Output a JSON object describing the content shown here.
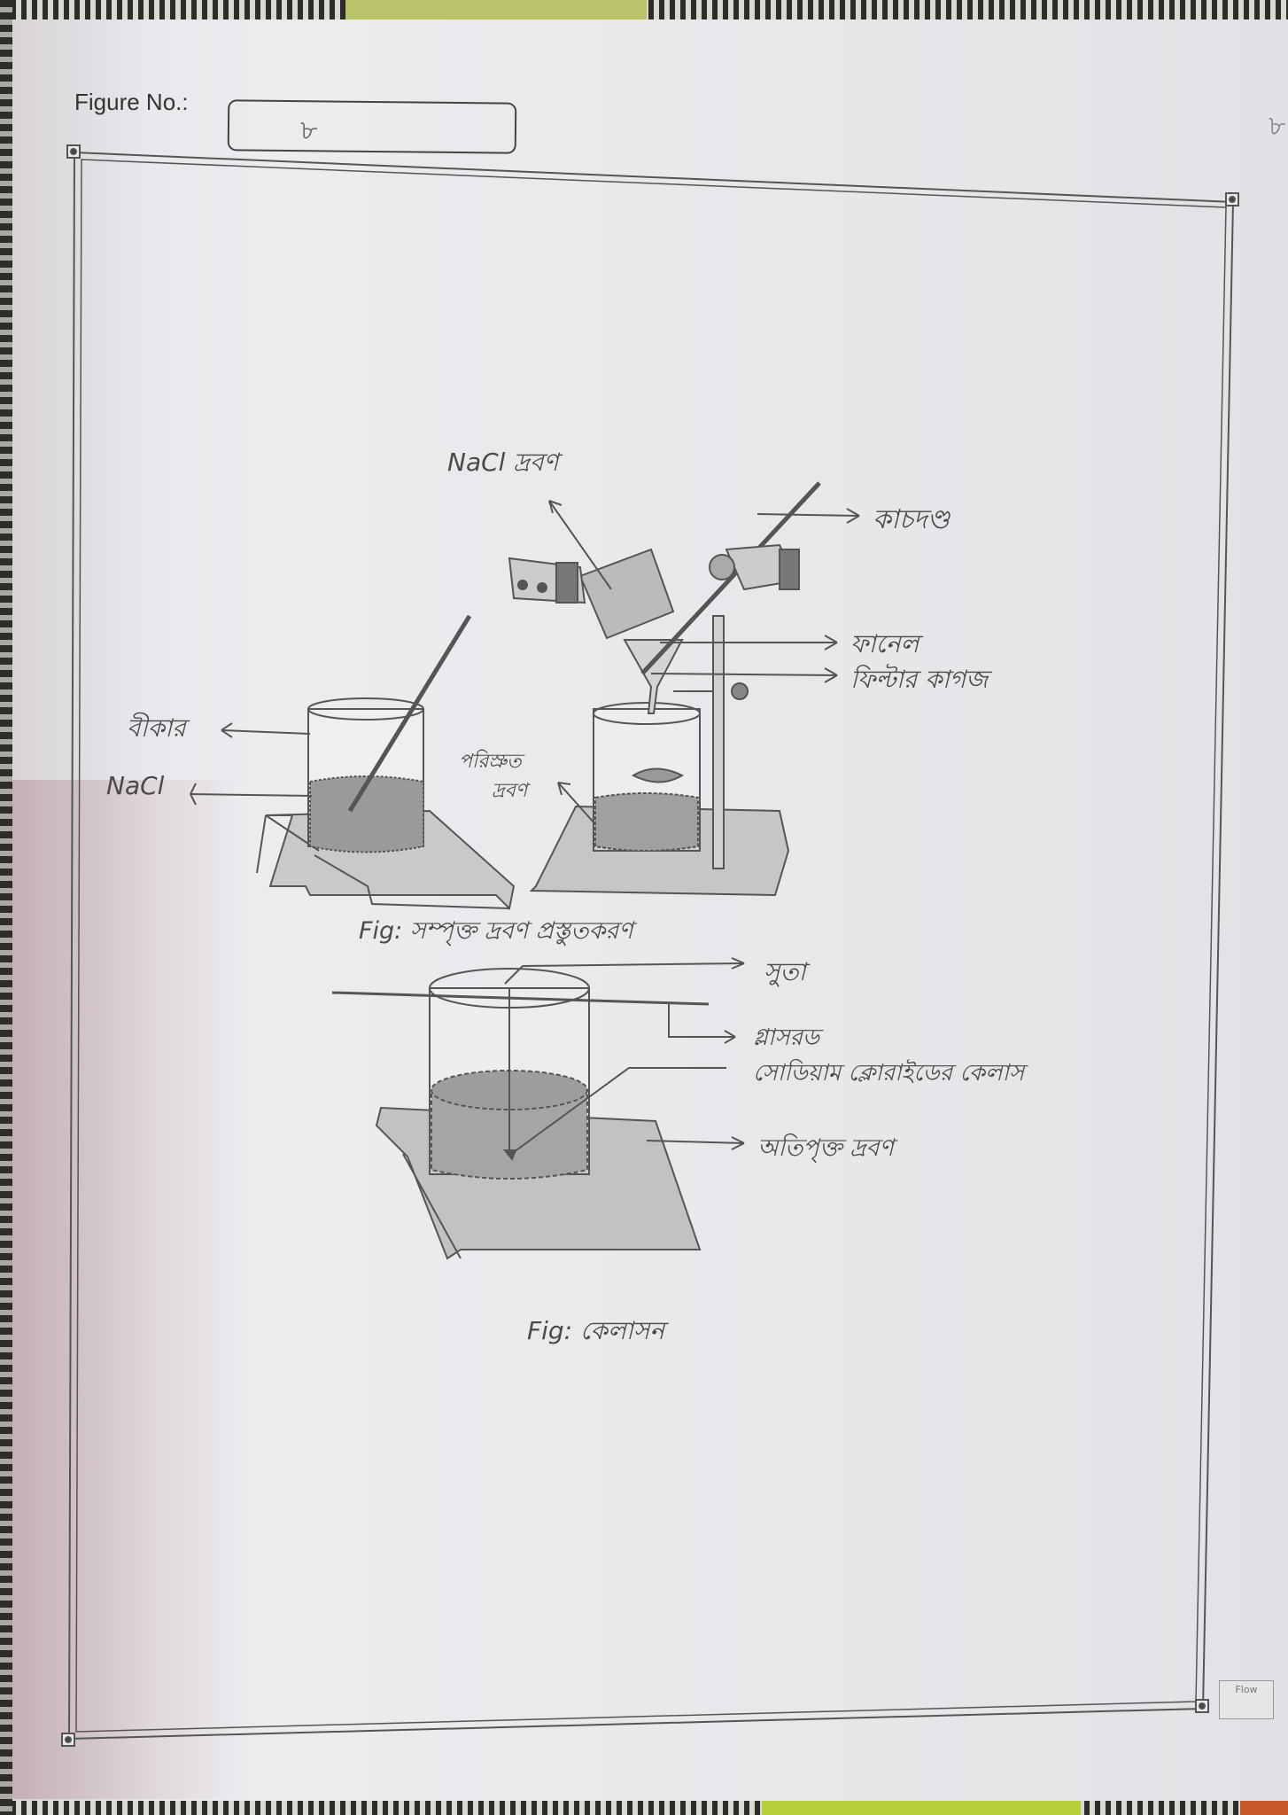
{
  "header": {
    "figure_label": "Figure No.:",
    "figure_number": "৮",
    "page_corner_number": "৮"
  },
  "diagram_1": {
    "caption": "Fig: সম্পৃক্ত দ্রবণ প্রস্তুতকরণ",
    "labels": {
      "nacl_solution": "NaCl দ্রবণ",
      "glass_rod": "কাচদণ্ড",
      "funnel": "ফানেল",
      "filter_paper": "ফিল্টার কাগজ",
      "beaker": "বীকার",
      "nacl": "NaCl",
      "filtered_solution_line1": "পরিস্রুত",
      "filtered_solution_line2": "দ্রবণ"
    }
  },
  "diagram_2": {
    "caption": "Fig: কেলাসন",
    "labels": {
      "thread": "সুতা",
      "glass_rod": "গ্লাসরড",
      "crystal": "সোডিয়াম ক্লোরাইডের কেলাস",
      "supersaturated_solution": "অতিপৃক্ত দ্রবণ"
    }
  },
  "footer": {
    "logo_text": "Flow"
  },
  "colors": {
    "paper": "#e9e8ec",
    "pencil": "#4a4a4a",
    "frame": "#555555"
  }
}
